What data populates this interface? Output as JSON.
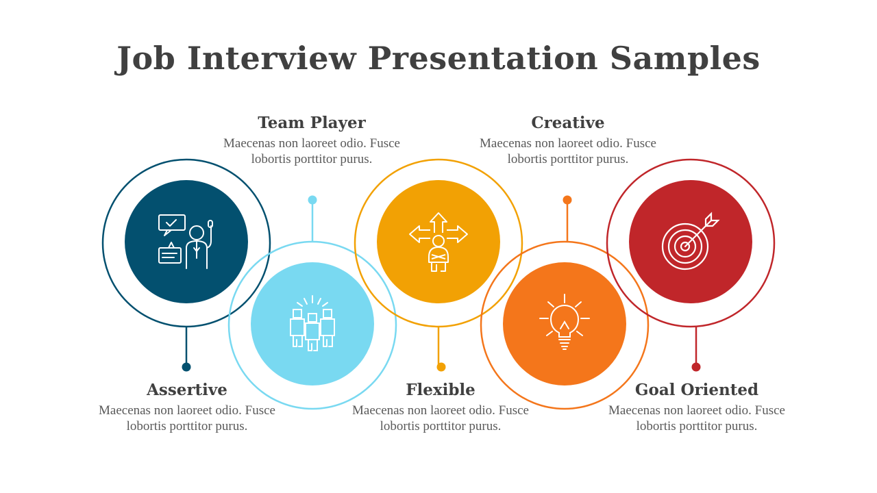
{
  "title": "Job Interview Presentation Samples",
  "items": [
    {
      "heading": "Assertive",
      "body": "Maecenas non laoreet odio. Fusce lobortis porttitor purus.",
      "color": "#03506F",
      "icon": "presentation-person-icon"
    },
    {
      "heading": "Team Player",
      "body": "Maecenas non laoreet odio. Fusce lobortis porttitor purus.",
      "color": "#79D9F1",
      "icon": "team-icon"
    },
    {
      "heading": "Flexible",
      "body": "Maecenas non laoreet odio. Fusce lobortis porttitor purus.",
      "color": "#F2A104",
      "icon": "directions-person-icon"
    },
    {
      "heading": "Creative",
      "body": "Maecenas non laoreet odio. Fusce lobortis porttitor purus.",
      "color": "#F4761B",
      "icon": "lightbulb-icon"
    },
    {
      "heading": "Goal Oriented",
      "body": "Maecenas non laoreet odio. Fusce lobortis porttitor purus.",
      "color": "#C0262A",
      "icon": "target-icon"
    }
  ]
}
